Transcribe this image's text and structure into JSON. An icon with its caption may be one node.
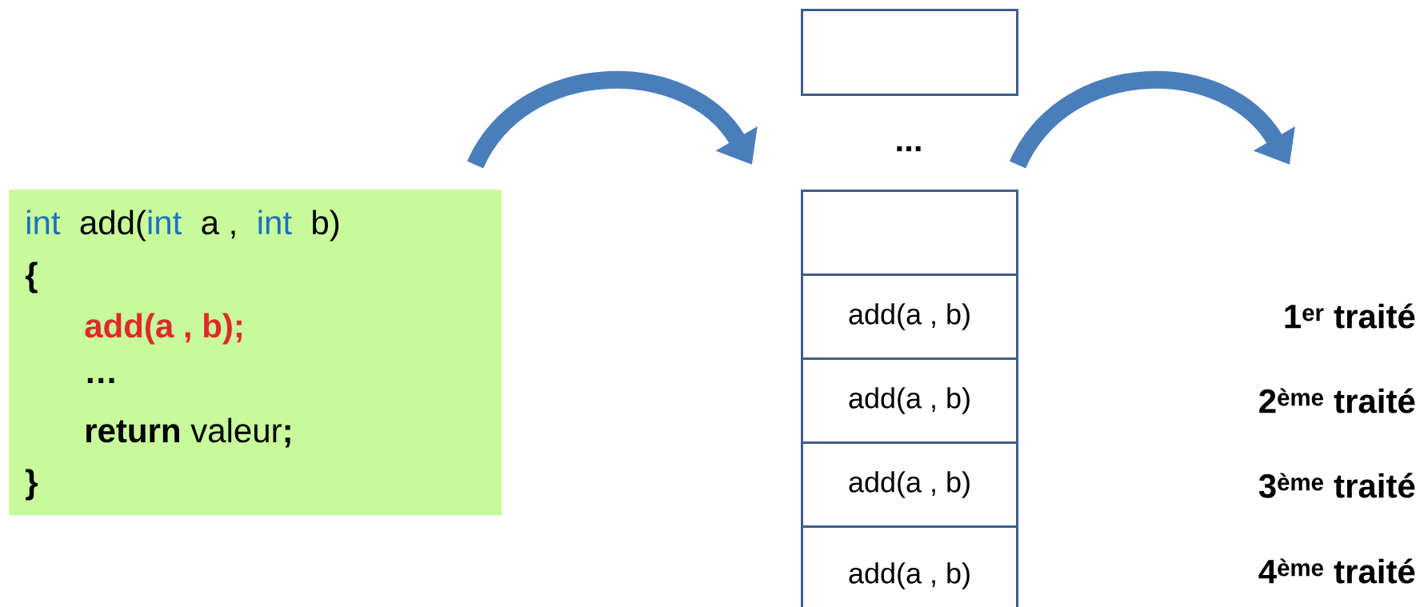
{
  "diagram": {
    "nodes": [
      {
        "text": [
          "int",
          "add(",
          "int",
          "a  ,",
          "int",
          "b)",
          "{",
          "add(a  ,  b);",
          "…",
          "**return** valeur**;**",
          "}"
        ]
      },
      {
        "text": [],
        "shape": "box"
      },
      {
        "text": [],
        "shape": "box"
      },
      {
        "text": [
          "add(a , b)"
        ]
      },
      {
        "text": [
          "add(a , b)"
        ]
      },
      {
        "text": [
          "add(a , b)"
        ]
      },
      {
        "text": [
          "add(a , b)"
        ]
      }
    ],
    "labels": [
      "...",
      "1$^{er}$ traité",
      "2$^{ème}$ traité",
      "3$^{ème}$ traité",
      "4$^{ème}$ traité"
    ]
  }
}
